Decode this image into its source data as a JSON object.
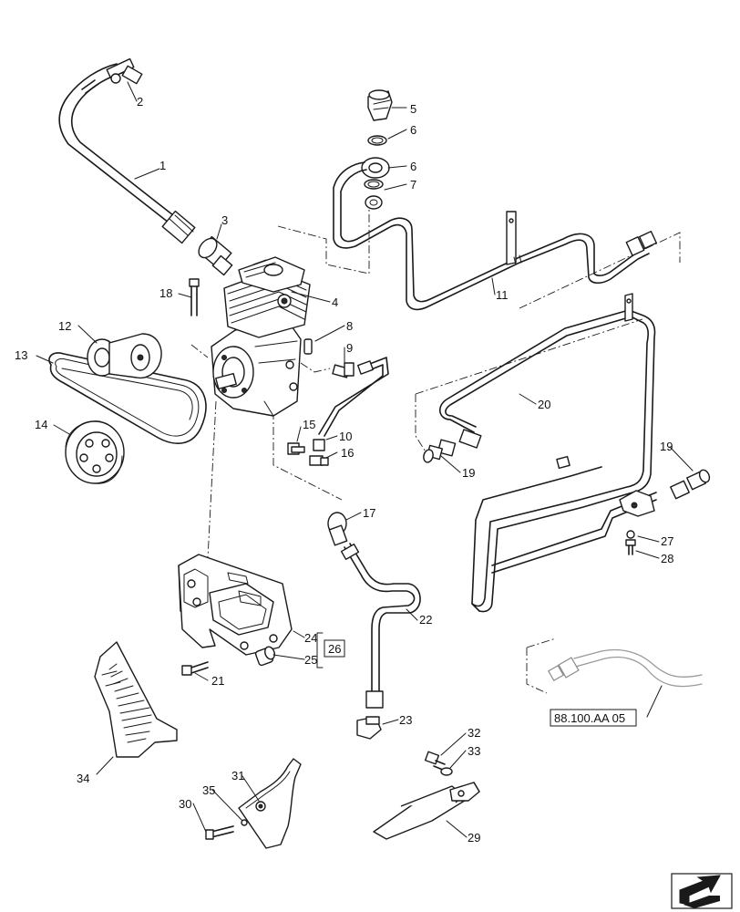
{
  "callouts": [
    {
      "id": "1"
    },
    {
      "id": "2"
    },
    {
      "id": "3"
    },
    {
      "id": "4"
    },
    {
      "id": "5"
    },
    {
      "id": "6"
    },
    {
      "id": "6"
    },
    {
      "id": "7"
    },
    {
      "id": "8"
    },
    {
      "id": "9"
    },
    {
      "id": "10"
    },
    {
      "id": "11"
    },
    {
      "id": "12"
    },
    {
      "id": "13"
    },
    {
      "id": "14"
    },
    {
      "id": "15"
    },
    {
      "id": "16"
    },
    {
      "id": "17"
    },
    {
      "id": "18"
    },
    {
      "id": "19"
    },
    {
      "id": "19"
    },
    {
      "id": "20"
    },
    {
      "id": "21"
    },
    {
      "id": "22"
    },
    {
      "id": "23"
    },
    {
      "id": "24"
    },
    {
      "id": "25"
    },
    {
      "id": "27"
    },
    {
      "id": "28"
    },
    {
      "id": "29"
    },
    {
      "id": "30"
    },
    {
      "id": "31"
    },
    {
      "id": "32"
    },
    {
      "id": "33"
    },
    {
      "id": "34"
    },
    {
      "id": "35"
    }
  ],
  "group_reference": "26",
  "section_reference": "88.100.AA 05",
  "nav_icon": "arrow-nav-icon"
}
